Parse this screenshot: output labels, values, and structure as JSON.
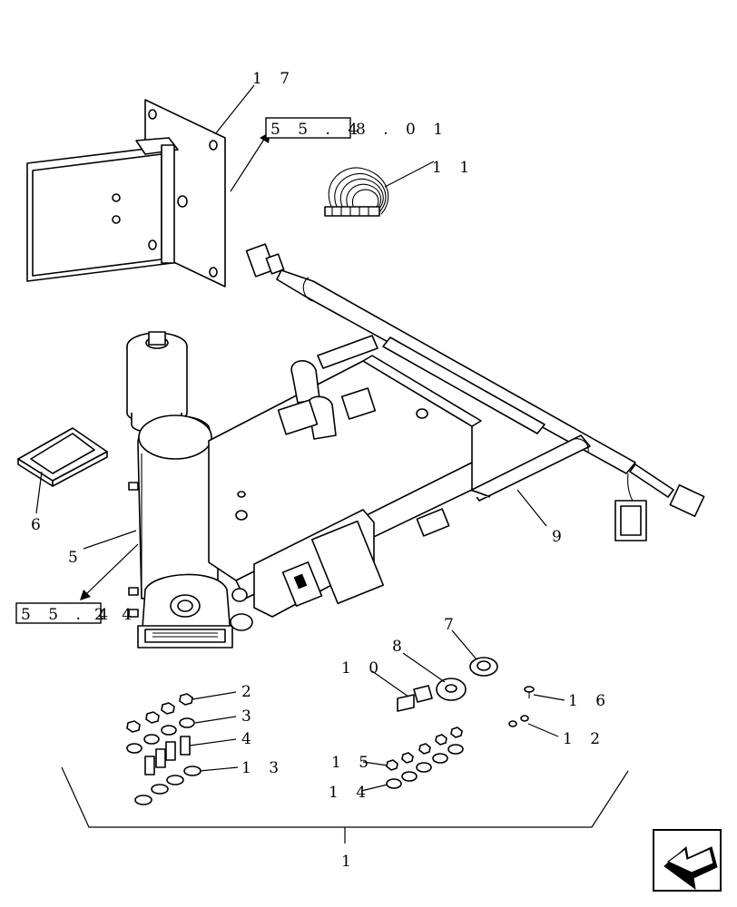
{
  "callouts": {
    "c17": "1 7",
    "c11": "1 1",
    "c9": "9",
    "c6": "6",
    "c5": "5",
    "c7": "7",
    "c8": "8",
    "c10": "1 0",
    "c16": "1 6",
    "c12": "1 2",
    "c2": "2",
    "c3": "3",
    "c4": "4",
    "c13": "1 3",
    "c15": "1 5",
    "c14": "1 4",
    "c1": "1"
  },
  "references": {
    "ref_top_boxed": "5 5 . 4",
    "ref_top_rest": "8 . 0 1",
    "ref_left_boxed": "5 5 . 4",
    "ref_left_rest": "2 4"
  },
  "icons": {
    "nav": "back-arrow-icon"
  }
}
